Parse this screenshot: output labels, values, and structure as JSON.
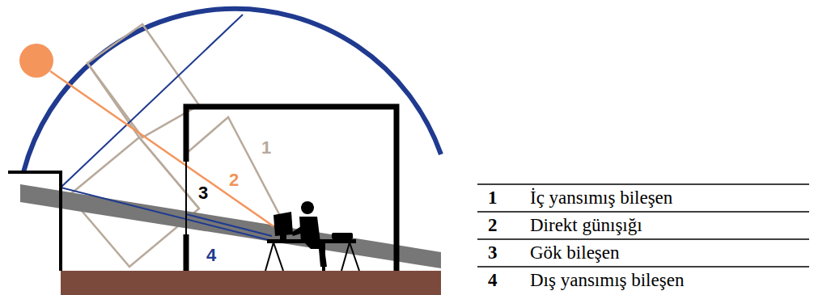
{
  "diagram": {
    "labels": [
      "1",
      "2",
      "3",
      "4",
      "1",
      "İç yansımış bileşen",
      "2",
      "Direkt günışığı",
      "3",
      "Gök bileşen",
      "4",
      "Dış yansımış bileşen"
    ]
  }
}
